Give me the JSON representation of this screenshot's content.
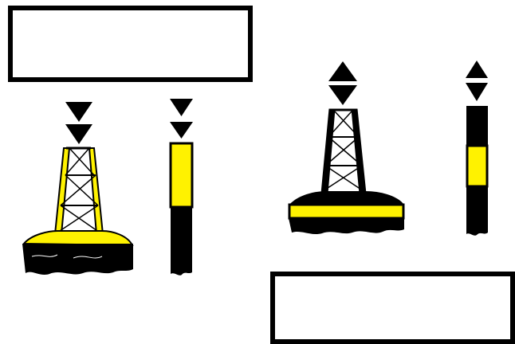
{
  "colors": {
    "yellow": "#fff200",
    "black": "#000000",
    "background": "#ffffff"
  },
  "label_boxes": {
    "top": "",
    "bottom": ""
  },
  "marks": [
    {
      "id": "north-cardinal",
      "topmark": "two-cones-pointing-down",
      "colors_top_to_bottom": [
        "yellow",
        "black"
      ]
    },
    {
      "id": "east-cardinal",
      "topmark": "two-cones-base-to-base",
      "colors_top_to_bottom": [
        "black",
        "yellow",
        "black"
      ]
    }
  ]
}
